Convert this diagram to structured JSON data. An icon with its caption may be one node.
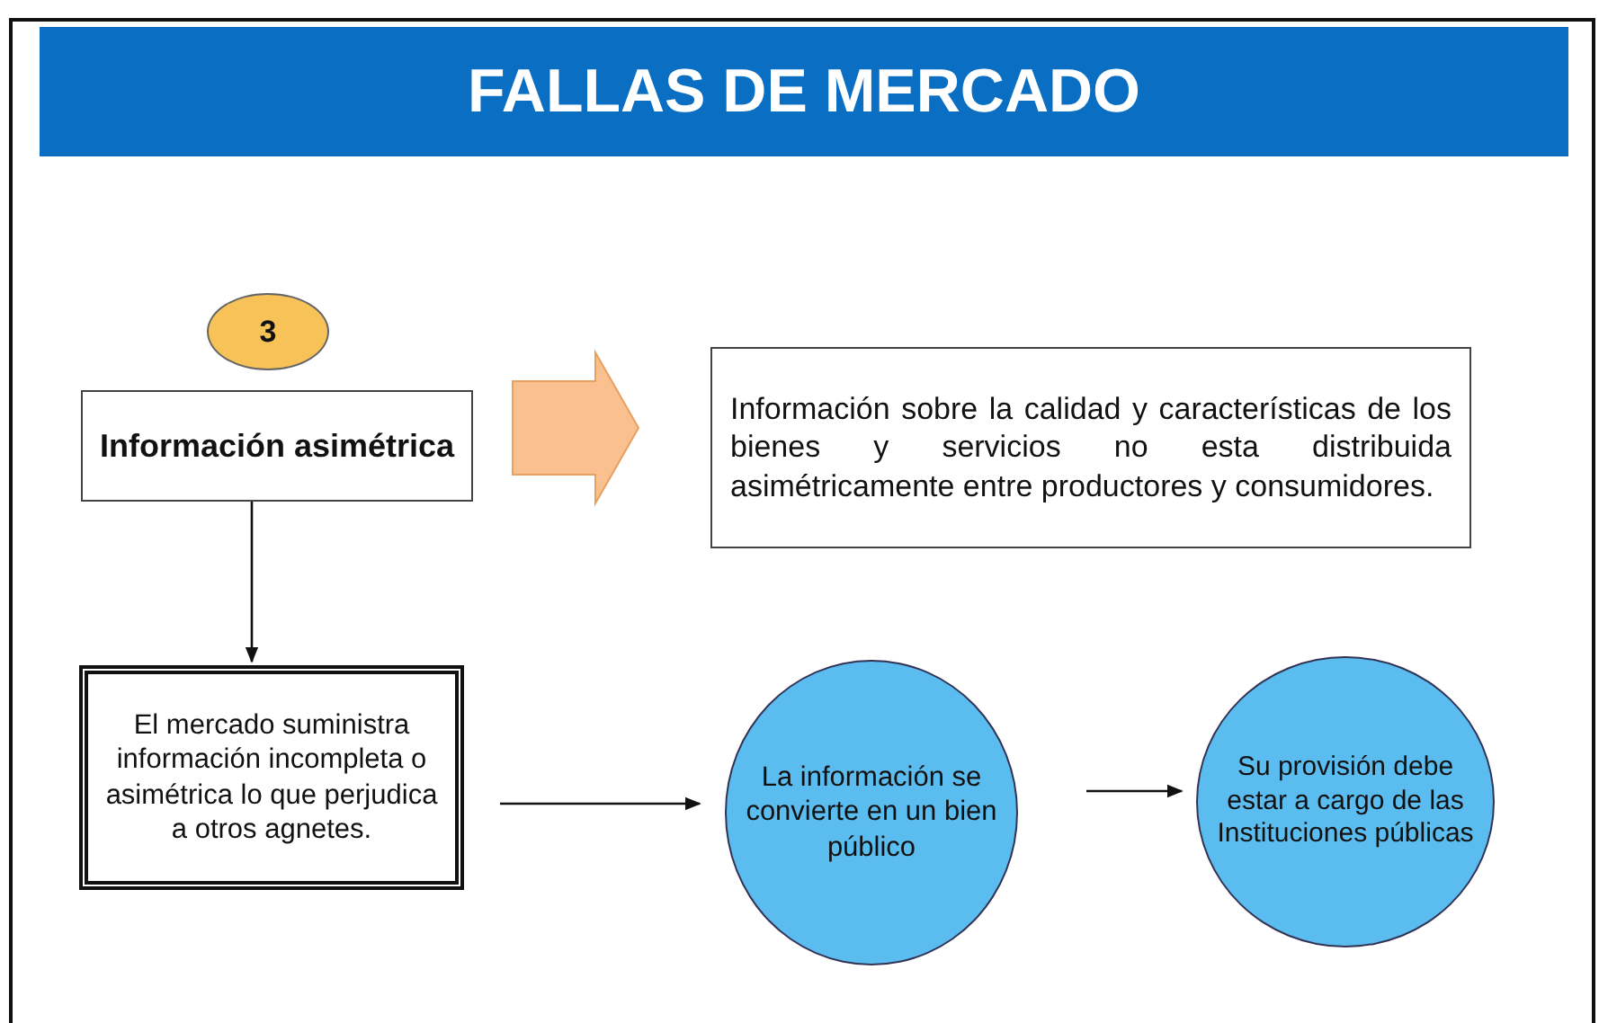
{
  "diagram": {
    "title": "FALLAS DE MERCADO",
    "nodes": [
      {
        "text": [
          "3"
        ]
      },
      {
        "text": [
          "Información asimétrica"
        ]
      },
      {
        "text": [
          "Información sobre la calidad y características de los bienes y servicios no esta distribuida asimétricamente entre productores y consumidores."
        ]
      },
      {
        "text": [
          "El mercado suministra información incompleta o asimétrica lo que perjudica a otros agnetes."
        ]
      },
      {
        "text": [
          "La información se convierte en un bien público"
        ]
      },
      {
        "text": [
          "Su provisión debe estar a cargo de las Instituciones públicas"
        ]
      }
    ],
    "edges": [
      {
        "from": 1,
        "to": 2,
        "arrow": "to",
        "style": "thick",
        "color": "#fac090"
      },
      {
        "from": 1,
        "to": 3,
        "arrow": "to"
      },
      {
        "from": 3,
        "to": 4,
        "arrow": "to"
      },
      {
        "from": 4,
        "to": 5,
        "arrow": "to"
      }
    ]
  }
}
